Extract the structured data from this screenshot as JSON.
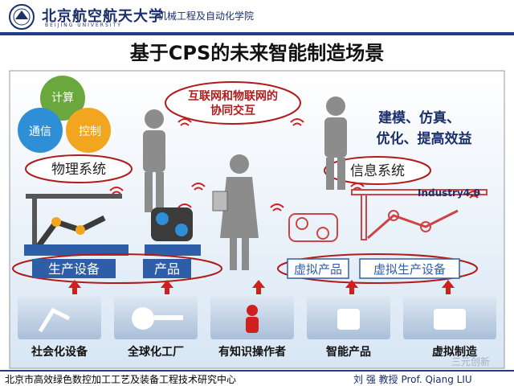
{
  "header": {
    "university": "北京航空航天大学",
    "university_en": "BEIJING UNIVERSITY",
    "school": "机械工程及自动化学院"
  },
  "title": "基于CPS的未来智能制造场景",
  "diagram": {
    "bubbles": {
      "compute": "计算",
      "communication": "通信",
      "control": "控制"
    },
    "physical_system": "物理系统",
    "internet_interaction": [
      "互联网和物联网的",
      "协同交互"
    ],
    "goals": [
      "建模、仿真、",
      "优化、提高效益"
    ],
    "information_system": "信息系统",
    "industry_label": "Industry4.0",
    "production_equipment": "生产设备",
    "product": "产品",
    "virtual_product": "虚拟产品",
    "virtual_production_equipment": "虚拟生产设备",
    "bottom_items": [
      "社会化设备",
      "全球化工厂",
      "有知识操作者",
      "智能产品",
      "虚拟制造"
    ],
    "watermark": "三元创新"
  },
  "footer": {
    "center": "北京市高效绿色数控加工工艺及装备工程技术研究中心",
    "author": "刘 强 教授 Prof. Qiang LIU"
  }
}
